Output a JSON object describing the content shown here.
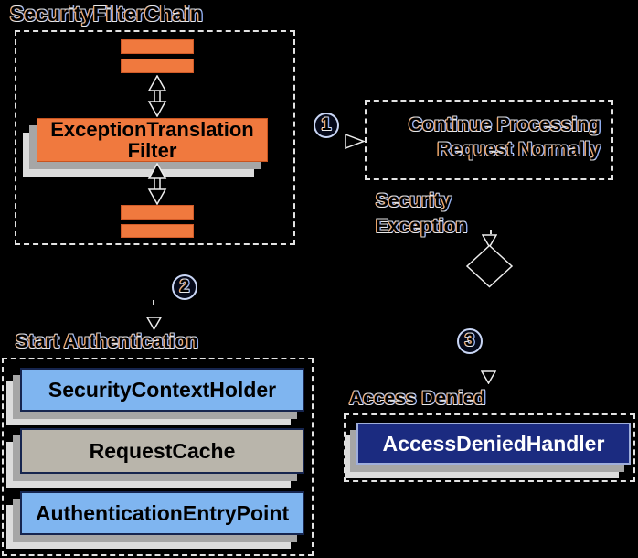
{
  "diagram": {
    "security_filter_chain": {
      "title": "SecurityFilterChain",
      "filter_line1": "ExceptionTranslation",
      "filter_line2": "Filter"
    },
    "steps": {
      "one": "1",
      "two": "2",
      "three": "3"
    },
    "continue_box": {
      "line1": "Continue Processing",
      "line2": "Request Normally"
    },
    "security_exception": {
      "line1": "Security",
      "line2": "Exception"
    },
    "start_authentication": {
      "title": "Start Authentication",
      "boxes": [
        "SecurityContextHolder",
        "RequestCache",
        "AuthenticationEntryPoint"
      ]
    },
    "access_denied": {
      "title": "Access Denied",
      "handler": "AccessDeniedHandler"
    }
  },
  "colors": {
    "background": "#000000",
    "orange": "#F0793E",
    "light_blue": "#7FB5F0",
    "gray_tan": "#B9B5AB",
    "navy": "#1B2B80",
    "navy_border": "#16254F",
    "shadow_dark": "#A6A6A6",
    "shadow_light": "#DCDCDC",
    "dashed_border": "#E3E3E3",
    "outline_text": "#E9E9E9"
  }
}
